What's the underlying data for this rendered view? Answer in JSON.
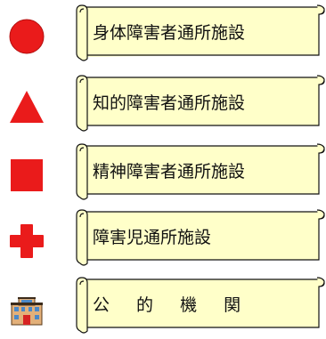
{
  "colors": {
    "symbol_red": "#ea1b1b",
    "banner_fill": "#ffffc9",
    "banner_stroke": "#111111"
  },
  "legend": [
    {
      "icon": "circle-icon",
      "label": "身体障害者通所施設"
    },
    {
      "icon": "triangle-icon",
      "label": "知的障害者通所施設"
    },
    {
      "icon": "square-icon",
      "label": "精神障害者通所施設"
    },
    {
      "icon": "cross-icon",
      "label": "障害児通所施設"
    },
    {
      "icon": "building-icon",
      "label": "公 的 機 関"
    }
  ]
}
